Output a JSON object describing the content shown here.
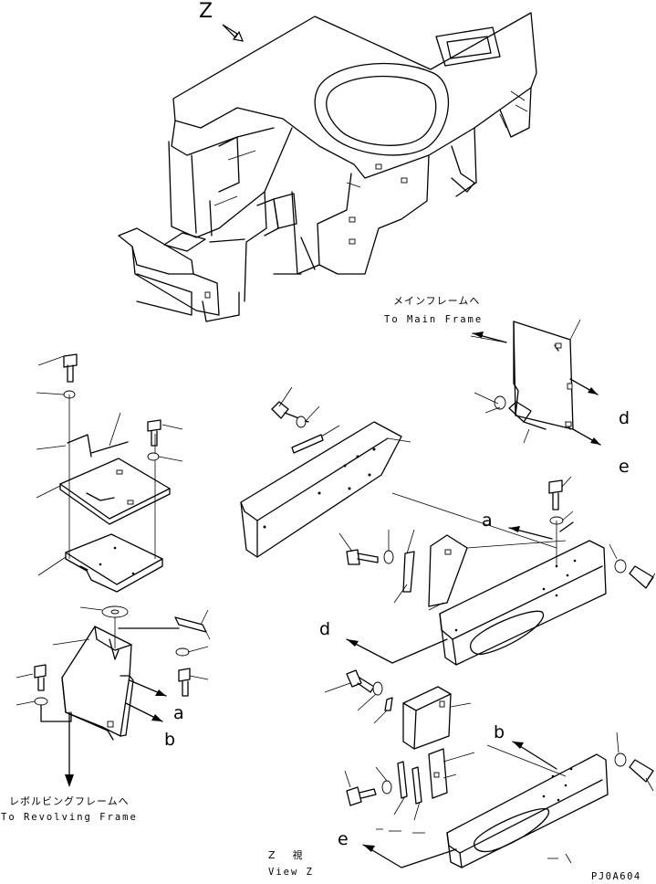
{
  "view_label": "Z",
  "callouts": {
    "a_right": "a",
    "a_left": "a",
    "b_right": "b",
    "b_left": "b",
    "d_right": "d",
    "d_left": "d",
    "e_right": "e",
    "e_left": "e"
  },
  "main_frame": {
    "jp": "メインフレームへ",
    "en": "To Main Frame"
  },
  "revolving_frame": {
    "jp": "レボルビングフレームへ",
    "en": "To Revolving Frame"
  },
  "view_caption": {
    "jp": "Z　視",
    "en": "View Z"
  },
  "drawing_number": "PJ0A604"
}
